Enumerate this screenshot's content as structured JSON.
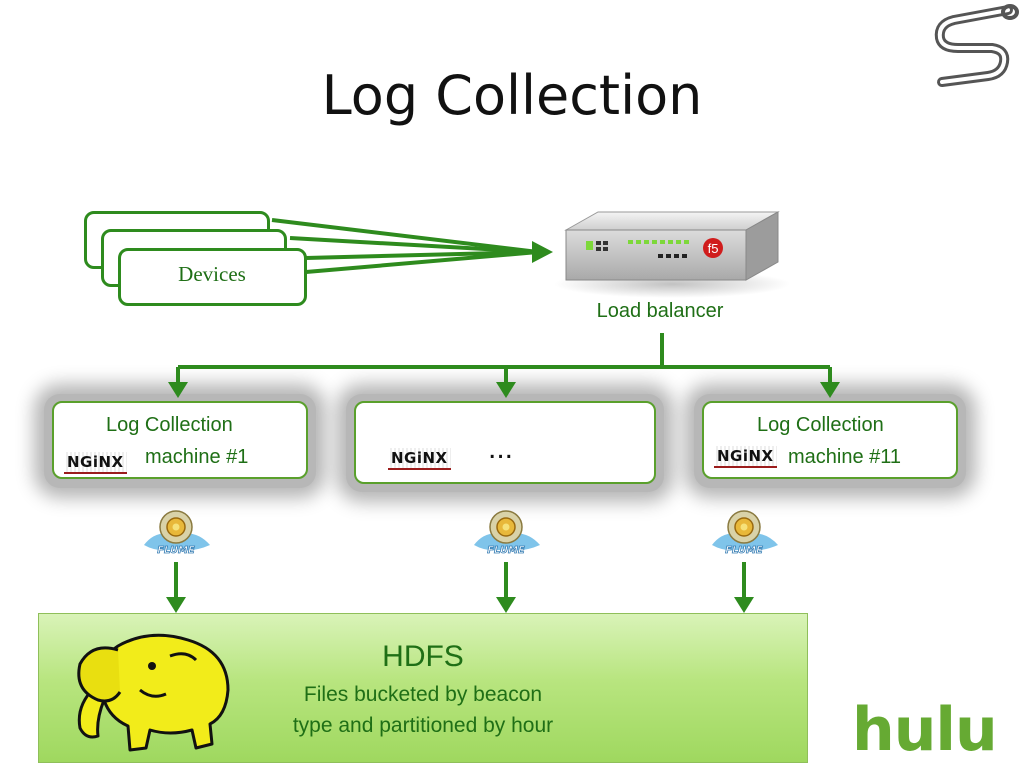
{
  "title": "Log Collection",
  "devices": {
    "label": "Devices"
  },
  "load_balancer": {
    "label": "Load balancer",
    "badge": "f5"
  },
  "machines": [
    {
      "line1": "Log Collection",
      "line2": "machine #1",
      "logo": "NGiNX"
    },
    {
      "middle": "...",
      "logo": "NGiNX"
    },
    {
      "line1": "Log Collection",
      "line2": "machine #11",
      "logo": "NGiNX"
    }
  ],
  "flume": {
    "logo_text": "FLUME"
  },
  "hdfs": {
    "title": "HDFS",
    "subtitle_line1": "Files bucketed by beacon",
    "subtitle_line2": "type and partitioned by hour"
  },
  "brand": "hulu",
  "colors": {
    "arrow": "#2e8b1e",
    "text_green": "#1f6f16",
    "hdfs_fill": "#b8e57f",
    "hulu_green": "#66aa33"
  },
  "icons": [
    "s-logo-icon",
    "load-balancer-icon",
    "flume-icon",
    "hadoop-elephant-icon"
  ]
}
